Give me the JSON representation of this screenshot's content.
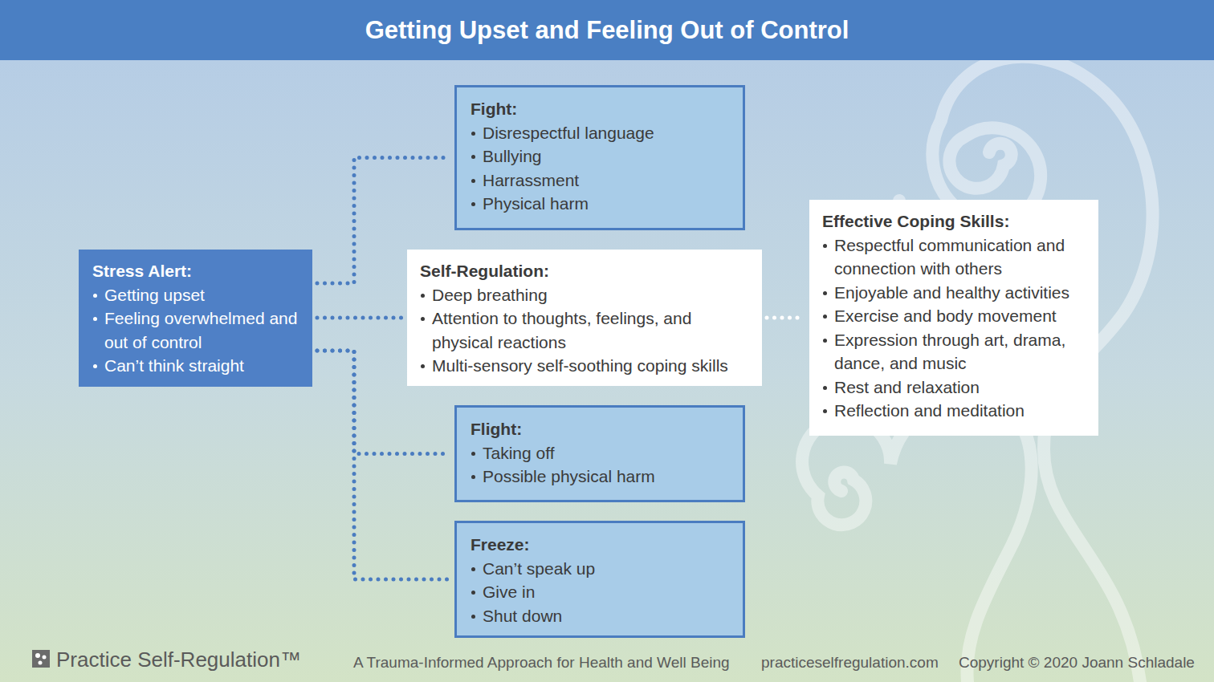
{
  "diagram": {
    "title": "Getting Upset and Feeling Out of Control",
    "nodes": [
      {
        "text": [
          "Stress Alert:",
          "Getting upset",
          "Feeling overwhelmed and out of control",
          "Can’t think straight"
        ]
      },
      {
        "text": [
          "Fight:",
          "Disrespectful language",
          "Bullying",
          "Harrassment",
          "Physical harm"
        ]
      },
      {
        "text": [
          "Self-Regulation:",
          "Deep breathing",
          "Attention to thoughts, feelings, and physical reactions",
          "Multi-sensory self-soothing coping skills"
        ]
      },
      {
        "text": [
          "Flight:",
          "Taking off",
          "Possible physical harm"
        ]
      },
      {
        "text": [
          "Freeze:",
          "Can’t speak up",
          "Give in",
          "Shut down"
        ]
      },
      {
        "text": [
          "Effective Coping Skills:",
          "Respectful communication and connection with others",
          "Enjoyable and healthy activities",
          "Exercise and body movement",
          "Expression through art, drama, dance, and music",
          "Rest and relaxation",
          "Reflection and meditation"
        ]
      }
    ],
    "edges": [
      {
        "from": 0,
        "to": 1,
        "arrow": "none"
      },
      {
        "from": 0,
        "to": 2,
        "arrow": "none"
      },
      {
        "from": 0,
        "to": 3,
        "arrow": "none"
      },
      {
        "from": 0,
        "to": 4,
        "arrow": "none"
      },
      {
        "from": 2,
        "to": 5,
        "arrow": "none"
      }
    ],
    "labels": [
      "Practice Self-Regulation™",
      "A Trauma-Informed Approach for Health and Well Being",
      "practiceselfregulation.com",
      "Copyright © 2020 Joann Schladale"
    ]
  }
}
